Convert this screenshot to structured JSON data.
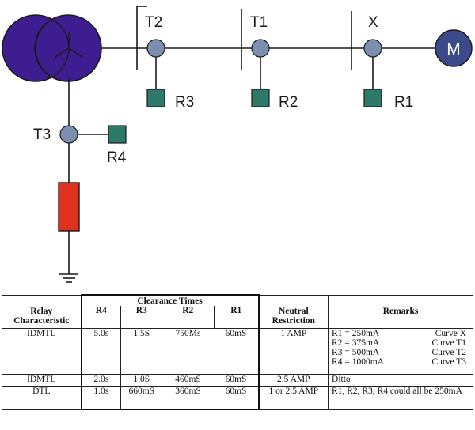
{
  "diagram": {
    "motor_label": "M",
    "nodes": [
      {
        "id": "T2",
        "label": "T2"
      },
      {
        "id": "T1",
        "label": "T1"
      },
      {
        "id": "X",
        "label": "X"
      },
      {
        "id": "T3",
        "label": "T3"
      }
    ],
    "relays": [
      {
        "id": "R3",
        "label": "R3"
      },
      {
        "id": "R2",
        "label": "R2"
      },
      {
        "id": "R1",
        "label": "R1"
      },
      {
        "id": "R4",
        "label": "R4"
      }
    ],
    "colors": {
      "transformer": "#3d1d8f",
      "node": "#7d8fb0",
      "relay": "#2e7a6a",
      "resistor": "#e0301e",
      "motor": "#3c4a8a",
      "line": "#1a1a1a"
    }
  },
  "table": {
    "header": {
      "relay_characteristic": "Relay Characteristic",
      "clearance_times": "Clearance Times",
      "r4": "R4",
      "r3": "R3",
      "r2": "R2",
      "r1": "R1",
      "neutral_restriction": "Neutral Restriction",
      "remarks": "Remarks"
    },
    "rows": [
      {
        "characteristic": "IDMTL",
        "r4": "5.0s",
        "r3": "1.5S",
        "r2": "750Ms",
        "r1": "60mS",
        "neutral": "1 AMP",
        "remarks": [
          {
            "value": "R1 = 250mA",
            "curve": "Curve X"
          },
          {
            "value": "R2 = 375mA",
            "curve": "Curve T1"
          },
          {
            "value": "R3 = 500mA",
            "curve": "Curve T2"
          },
          {
            "value": "R4 = 1000mA",
            "curve": "Curve T3"
          }
        ]
      },
      {
        "characteristic": "IDMTL",
        "r4": "2.0s",
        "r3": "1.0S",
        "r2": "460mS",
        "r1": "60mS",
        "neutral": "2.5 AMP",
        "remarks_text": "Ditto"
      },
      {
        "characteristic": "DTL",
        "r4": "1.0s",
        "r3": "660mS",
        "r2": "360mS",
        "r1": "60mS",
        "neutral": "1 or 2.5 AMP",
        "remarks_text": "R1, R2, R3, R4 could all be 250mA"
      }
    ]
  }
}
